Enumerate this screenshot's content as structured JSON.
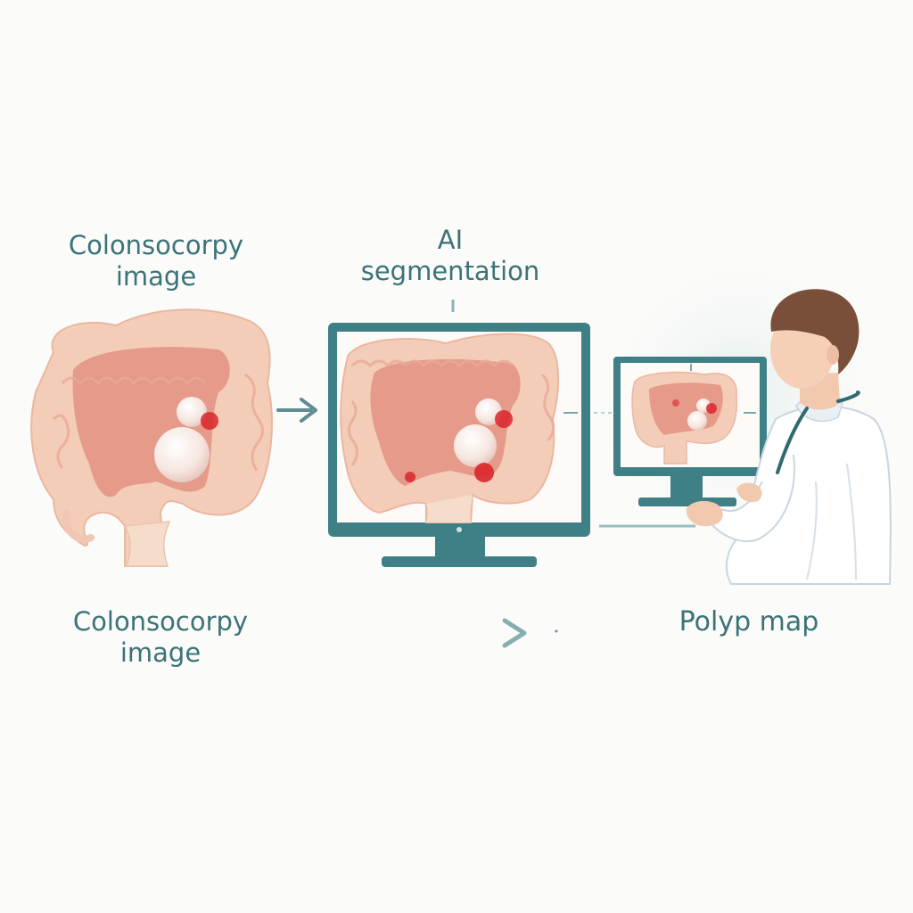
{
  "labels": {
    "input_top_line1": "Colonsocorpy",
    "input_top_line2": "image",
    "ai_line1": "AI",
    "ai_line2": "segmentation",
    "input_bottom_line1": "Colonsocorpy",
    "input_bottom_line2": "image",
    "output": "Polyp map"
  },
  "colors": {
    "label_text": "#3b7378",
    "monitor_frame": "#3f7f86",
    "tissue_outer": "#f4cdb8",
    "tissue_inner": "#e59a8a",
    "polyp": "#f6ebe6",
    "polyp_highlight": "#d9262b",
    "arrow": "#6f9fa3"
  },
  "icons": {
    "colon_illustration": "colon-icon",
    "monitor": "monitor-icon",
    "clinician": "doctor-icon",
    "arrow": "arrow-right-icon"
  }
}
